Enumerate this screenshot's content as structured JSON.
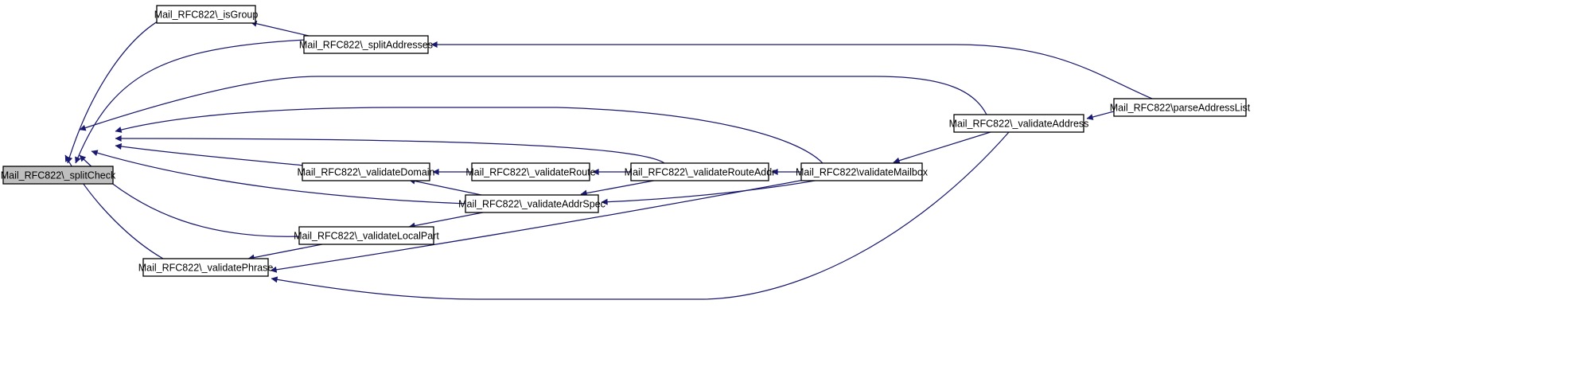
{
  "colors": {
    "edge": "#191970",
    "node_border": "#000000",
    "focus_fill": "#bfbfbf",
    "node_fill": "#ffffff"
  },
  "nodes": [
    {
      "id": "splitCheck",
      "label": "Mail_RFC822\\_splitCheck",
      "focus": true
    },
    {
      "id": "isGroup",
      "label": "Mail_RFC822\\_isGroup"
    },
    {
      "id": "splitAddresses",
      "label": "Mail_RFC822\\_splitAddresses"
    },
    {
      "id": "parseAddressList",
      "label": "Mail_RFC822\\parseAddressList"
    },
    {
      "id": "validateAddress",
      "label": "Mail_RFC822\\_validateAddress"
    },
    {
      "id": "validateDomain",
      "label": "Mail_RFC822\\_validateDomain"
    },
    {
      "id": "validateRoute",
      "label": "Mail_RFC822\\_validateRoute"
    },
    {
      "id": "validateRouteAddr",
      "label": "Mail_RFC822\\_validateRouteAddr"
    },
    {
      "id": "validateMailbox",
      "label": "Mail_RFC822\\validateMailbox"
    },
    {
      "id": "validateAddrSpec",
      "label": "Mail_RFC822\\_validateAddrSpec"
    },
    {
      "id": "validateLocalPart",
      "label": "Mail_RFC822\\_validateLocalPart"
    },
    {
      "id": "validatePhrase",
      "label": "Mail_RFC822\\_validatePhrase"
    }
  ],
  "edges": [
    {
      "from": "isGroup",
      "to": "splitCheck"
    },
    {
      "from": "splitAddresses",
      "to": "isGroup"
    },
    {
      "from": "splitAddresses",
      "to": "splitCheck"
    },
    {
      "from": "parseAddressList",
      "to": "splitAddresses"
    },
    {
      "from": "parseAddressList",
      "to": "validateAddress"
    },
    {
      "from": "validateAddress",
      "to": "splitCheck"
    },
    {
      "from": "validateAddress",
      "to": "validateMailbox"
    },
    {
      "from": "validateAddress",
      "to": "validatePhrase"
    },
    {
      "from": "validateMailbox",
      "to": "splitCheck"
    },
    {
      "from": "validateMailbox",
      "to": "validateRouteAddr"
    },
    {
      "from": "validateMailbox",
      "to": "validateAddrSpec"
    },
    {
      "from": "validateMailbox",
      "to": "validatePhrase"
    },
    {
      "from": "validateRouteAddr",
      "to": "splitCheck"
    },
    {
      "from": "validateRouteAddr",
      "to": "validateRoute"
    },
    {
      "from": "validateRouteAddr",
      "to": "validateAddrSpec"
    },
    {
      "from": "validateRoute",
      "to": "validateDomain"
    },
    {
      "from": "validateDomain",
      "to": "splitCheck"
    },
    {
      "from": "validateAddrSpec",
      "to": "splitCheck"
    },
    {
      "from": "validateAddrSpec",
      "to": "validateDomain"
    },
    {
      "from": "validateAddrSpec",
      "to": "validateLocalPart"
    },
    {
      "from": "validateLocalPart",
      "to": "splitCheck"
    },
    {
      "from": "validateLocalPart",
      "to": "validatePhrase"
    },
    {
      "from": "validatePhrase",
      "to": "splitCheck"
    }
  ]
}
